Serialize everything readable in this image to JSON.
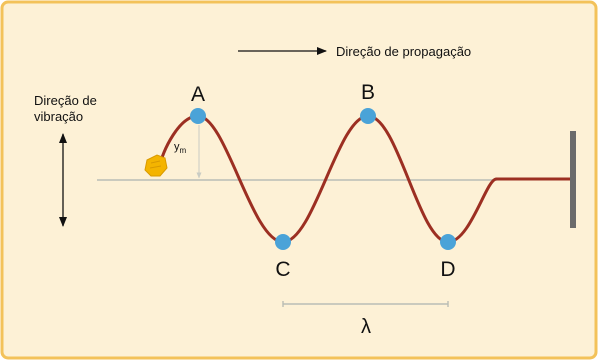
{
  "propagation_label": "Direção de propagação",
  "vibration_label": [
    "Direção de",
    "vibração"
  ],
  "amplitude_label": "y",
  "amplitude_subscript": "m",
  "wavelength_symbol": "λ",
  "points": [
    {
      "label": "A",
      "kind": "crest"
    },
    {
      "label": "B",
      "kind": "crest"
    },
    {
      "label": "C",
      "kind": "trough"
    },
    {
      "label": "D",
      "kind": "trough"
    }
  ],
  "colors": {
    "background": "#fdf1d6",
    "border": "#f3c25a",
    "wave": "#9c2f22",
    "equilibrium_line": "#b9bdb5",
    "point": "#4aa3d8",
    "wall": "#6b6b6b",
    "hand": "#f4b400"
  },
  "icons": {
    "hand": "hand-icon"
  }
}
